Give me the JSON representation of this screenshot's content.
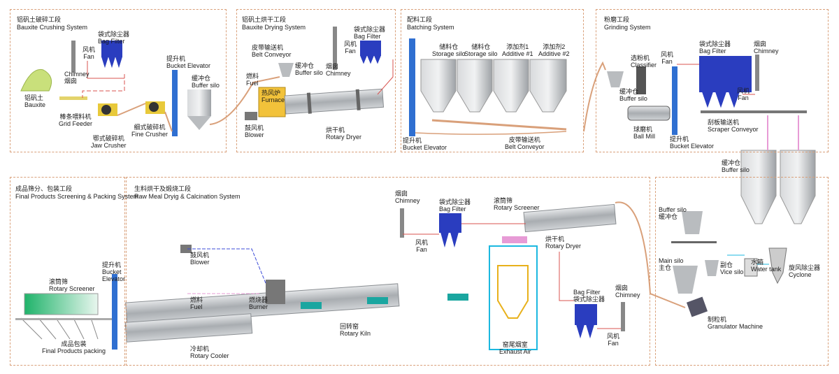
{
  "sections": {
    "crushing": {
      "title_cn": "铝矾土破碎工段",
      "title_en": "Bauxite Crushing System"
    },
    "drying": {
      "title_cn": "铝矾土烘干工段",
      "title_en": "Bauxite Drying System"
    },
    "batching": {
      "title_cn": "配料工段",
      "title_en": "Batching System"
    },
    "grinding": {
      "title_cn": "粉磨工段",
      "title_en": "Grinding System"
    },
    "packing": {
      "title_cn": "成品筛分、包装工段",
      "title_en": "Final Products Screening & Packing System"
    },
    "calcination": {
      "title_cn": "生料烘干及煅烧工段",
      "title_en": "Raw Meal Dryig & Calcination System"
    }
  },
  "labels": {
    "crush_fan": [
      "风机",
      "Fan"
    ],
    "crush_bagfilter": [
      "袋式除尘器",
      "Bag Filter"
    ],
    "crush_chimney": [
      "Chimney",
      "烟囱"
    ],
    "bauxite": [
      "铝矾土",
      "Bauxite"
    ],
    "grid_feeder": [
      "棒条喂料机",
      "Grid Feeder"
    ],
    "jaw_crusher": [
      "鄂式破碎机",
      "Jaw Crusher"
    ],
    "fine_crusher": [
      "细式破碎机",
      "Fine Crusher"
    ],
    "bucket_elev1": [
      "提升机",
      "Bucket Elevator"
    ],
    "buffer_silo1": [
      "缓冲仓",
      "Buffer silo"
    ],
    "belt_conv1": [
      "皮带输送机",
      "Belt Conveyor"
    ],
    "fuel1": [
      "燃料",
      "Fuel"
    ],
    "furnace": [
      "热风炉",
      "Furnace"
    ],
    "buffer_silo2": [
      "缓冲仓",
      "Buffer silo"
    ],
    "blower1": [
      "鼓风机",
      "Blower"
    ],
    "rotary_dryer1": [
      "烘干机",
      "Rotary Dryer"
    ],
    "dry_bagfilter": [
      "袋式除尘器",
      "Bag Filter"
    ],
    "dry_fan": [
      "风机",
      "Fan"
    ],
    "dry_chimney": [
      "烟囱",
      "Chimney"
    ],
    "storage1": [
      "储料仓",
      "Storage silo"
    ],
    "storage2": [
      "储料仓",
      "Storage silo"
    ],
    "additive1": [
      "添加剂1",
      "Additive #1"
    ],
    "additive2": [
      "添加剂2",
      "Additive #2"
    ],
    "bucket_elev2": [
      "提升机",
      "Bucket Elevator"
    ],
    "belt_conv2": [
      "皮带输送机",
      "Belt Conveyor"
    ],
    "classifier": [
      "选粉机",
      "Classifier"
    ],
    "grind_fan": [
      "风机",
      "Fan"
    ],
    "grind_bagfilter": [
      "袋式除尘器",
      "Bag Filter"
    ],
    "grind_chimney": [
      "烟囱",
      "Chimney"
    ],
    "grind_fan2": [
      "风机",
      "Fan"
    ],
    "buffer_silo3": [
      "缓冲仓",
      "Buffer silo"
    ],
    "ball_mill": [
      "球磨机",
      "Ball Mill"
    ],
    "bucket_elev3": [
      "提升机",
      "Bucket Elevator"
    ],
    "scraper_conv": [
      "刮板输送机",
      "Scraper Conveyor"
    ],
    "buffer_silo4": [
      "缓冲仓",
      "Buffer silo"
    ],
    "buffer_silo5": [
      "Buffer silo",
      "缓冲仓"
    ],
    "main_silo": [
      "Main silo",
      "主仓"
    ],
    "vice_silo": [
      "副仓",
      "Vice silo"
    ],
    "water_tank": [
      "水箱",
      "Water tank"
    ],
    "cyclone": [
      "旋风除尘器",
      "Cyclone"
    ],
    "granulator": [
      "制粒机",
      "Granulator Machine"
    ],
    "calc_chimney": [
      "烟囱",
      "Chimney"
    ],
    "calc_fan": [
      "风机",
      "Fan"
    ],
    "calc_bagfilter": [
      "袋式除尘器",
      "Bag Filter"
    ],
    "rotary_screener2": [
      "滚筒筛",
      "Rotary Screener"
    ],
    "rotary_dryer2": [
      "烘干机",
      "Rotary Dryer"
    ],
    "blower2": [
      "鼓风机",
      "Blower"
    ],
    "fuel2": [
      "燃料",
      "Fuel"
    ],
    "burner": [
      "燃烧器",
      "Burner"
    ],
    "rotary_kiln": [
      "回转窑",
      "Rotary Kiln"
    ],
    "rotary_cooler": [
      "冷却机",
      "Rotary Cooler"
    ],
    "exhaust_air": [
      "窑尾烟室",
      "Exhaust Air"
    ],
    "bf2": [
      "Bag Filter",
      "袋式除尘器"
    ],
    "bf2_chimney": [
      "烟囱",
      "Chimney"
    ],
    "bf2_fan": [
      "风机",
      "Fan"
    ],
    "rotary_screener1": [
      "滚筒筛",
      "Rotary Screener"
    ],
    "bucket_elev4": [
      "提升机",
      "Bucket",
      "Elevator"
    ],
    "final_packing": [
      "成品包装",
      "Final Products packing"
    ]
  },
  "colors": {
    "frame": "#d9a07a",
    "steel": "#b9bcbf",
    "filter": "#2a3dbf",
    "elevator": "#2f6fd1",
    "pipe_red": "#d9534f",
    "pipe_blue": "#3b4bd8",
    "pipe_pink": "#e79bd6",
    "furnace": "#f2c23a",
    "kiln_support": "#1aa6a0"
  }
}
